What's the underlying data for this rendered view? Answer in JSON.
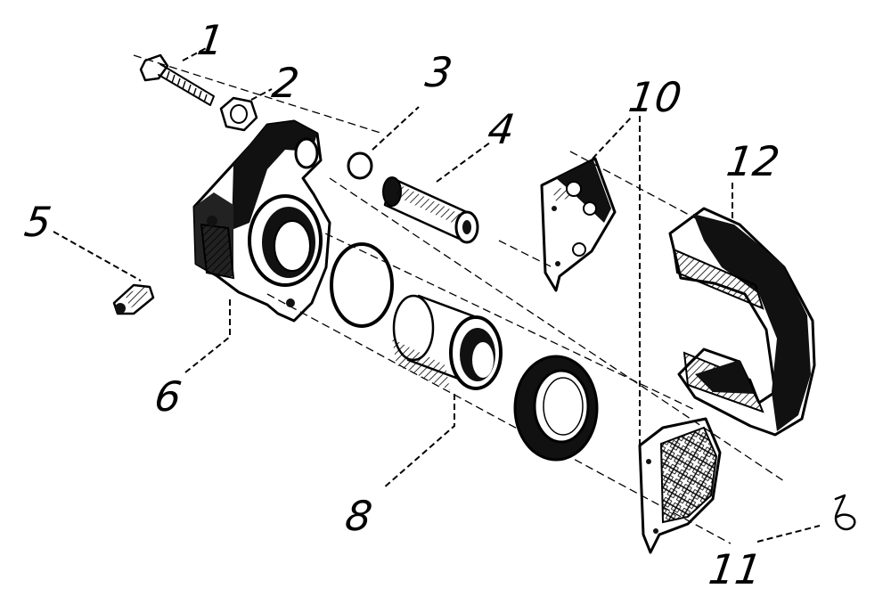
{
  "callouts": [
    "1",
    "2",
    "3",
    "4",
    "5",
    "6",
    "8",
    "10",
    "11",
    "12"
  ]
}
